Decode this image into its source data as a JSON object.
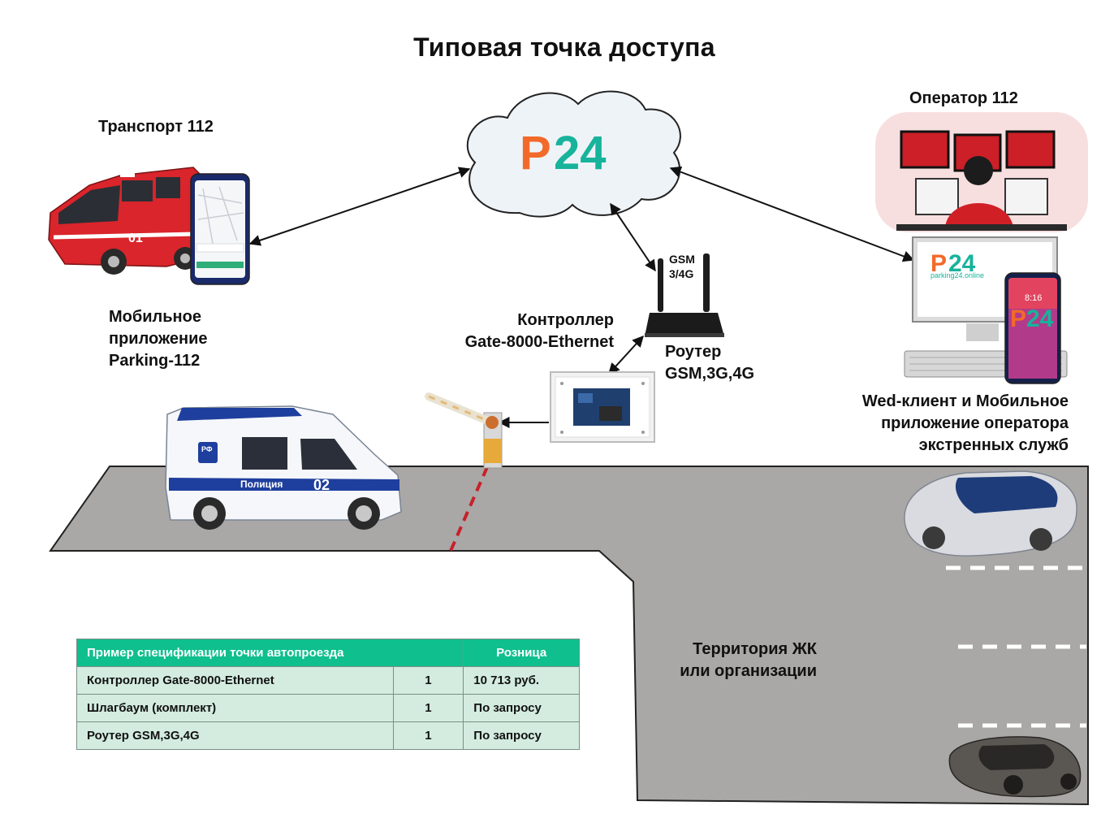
{
  "title": "Типовая точка доступа",
  "labels": {
    "transport": "Транспорт 112",
    "mobile_app": [
      "Мобильное",
      "приложение",
      "Parking-112"
    ],
    "controller": [
      "Контроллер",
      "Gate-8000-Ethernet"
    ],
    "gsm_badge": [
      "GSM",
      "3/4G"
    ],
    "router": [
      "Роутер",
      "GSM,3G,4G"
    ],
    "operator": "Оператор 112",
    "web_client": [
      "Wed-клиент и Мобильное",
      "приложение  оператора",
      "экстренных служб"
    ],
    "territory": [
      "Территория ЖК",
      "или организации"
    ]
  },
  "logo": {
    "p": "P",
    "num": "24",
    "site": "parking24.online",
    "colors": {
      "orange": "#f26a2a",
      "teal": "#17b39b"
    }
  },
  "vehicles": {
    "ambulance_mark": "01",
    "police_text": "Полиция",
    "police_number": "02",
    "police_emblem": "РФ"
  },
  "phone_time": "8:16",
  "spec_table": {
    "headers": [
      "Пример спецификации точки автопроезда",
      "Розница"
    ],
    "rows": [
      {
        "name": "Контроллер Gate-8000-Ethernet",
        "qty": "1",
        "price": "10 713 руб."
      },
      {
        "name": "Шлагбаум (комплект)",
        "qty": "1",
        "price": "По запросу"
      },
      {
        "name": "Роутер GSM,3G,4G",
        "qty": "1",
        "price": "По запросу"
      }
    ]
  },
  "colors": {
    "road": "#a9a8a6",
    "header_green": "#0fbf8e",
    "row_green": "#d3ecdf",
    "cloud": "#eef3f8"
  }
}
